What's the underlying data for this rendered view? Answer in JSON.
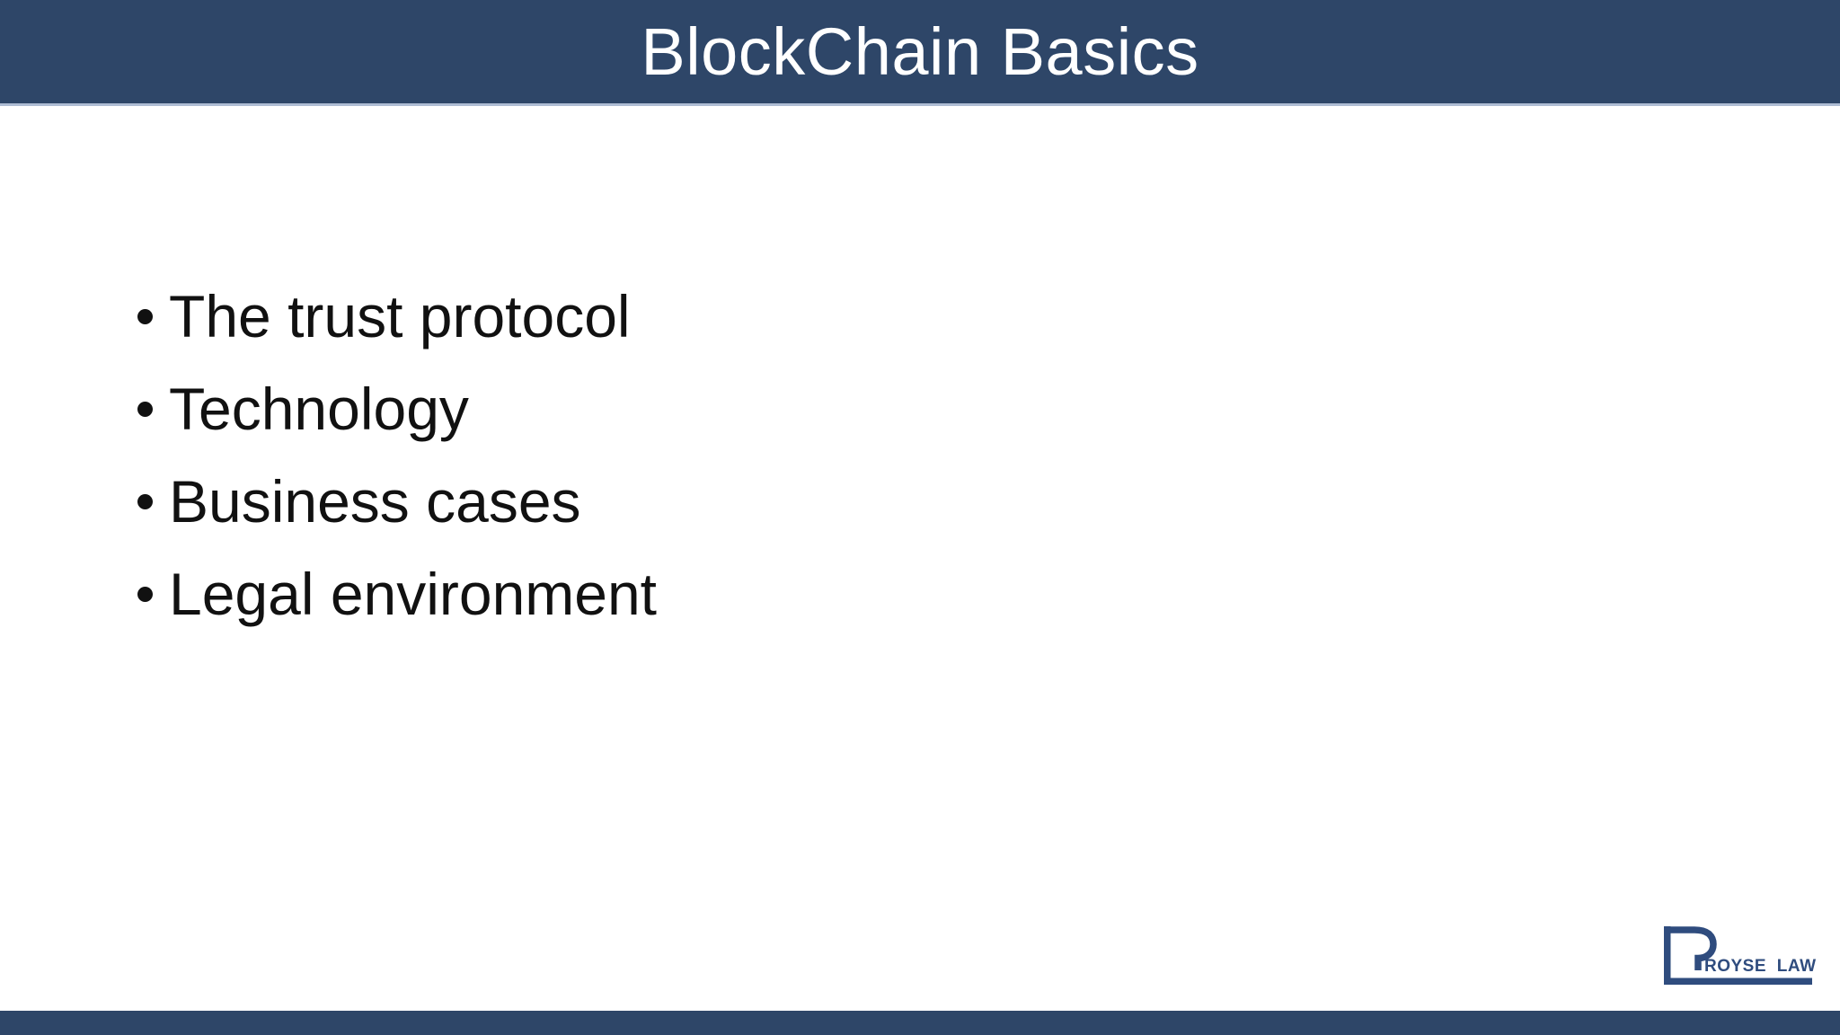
{
  "slide": {
    "title": "BlockChain Basics",
    "bullets": [
      "The trust protocol",
      "Technology",
      "Business cases",
      "Legal environment"
    ],
    "logo": {
      "text": "ROYSE LAW"
    },
    "colors": {
      "bar_blue": "#2e4668",
      "bar_edge_line": "#aebcd4",
      "logo_blue": "#2f4c7e",
      "body_text": "#111111",
      "title_text": "#ffffff",
      "background": "#ffffff"
    }
  }
}
